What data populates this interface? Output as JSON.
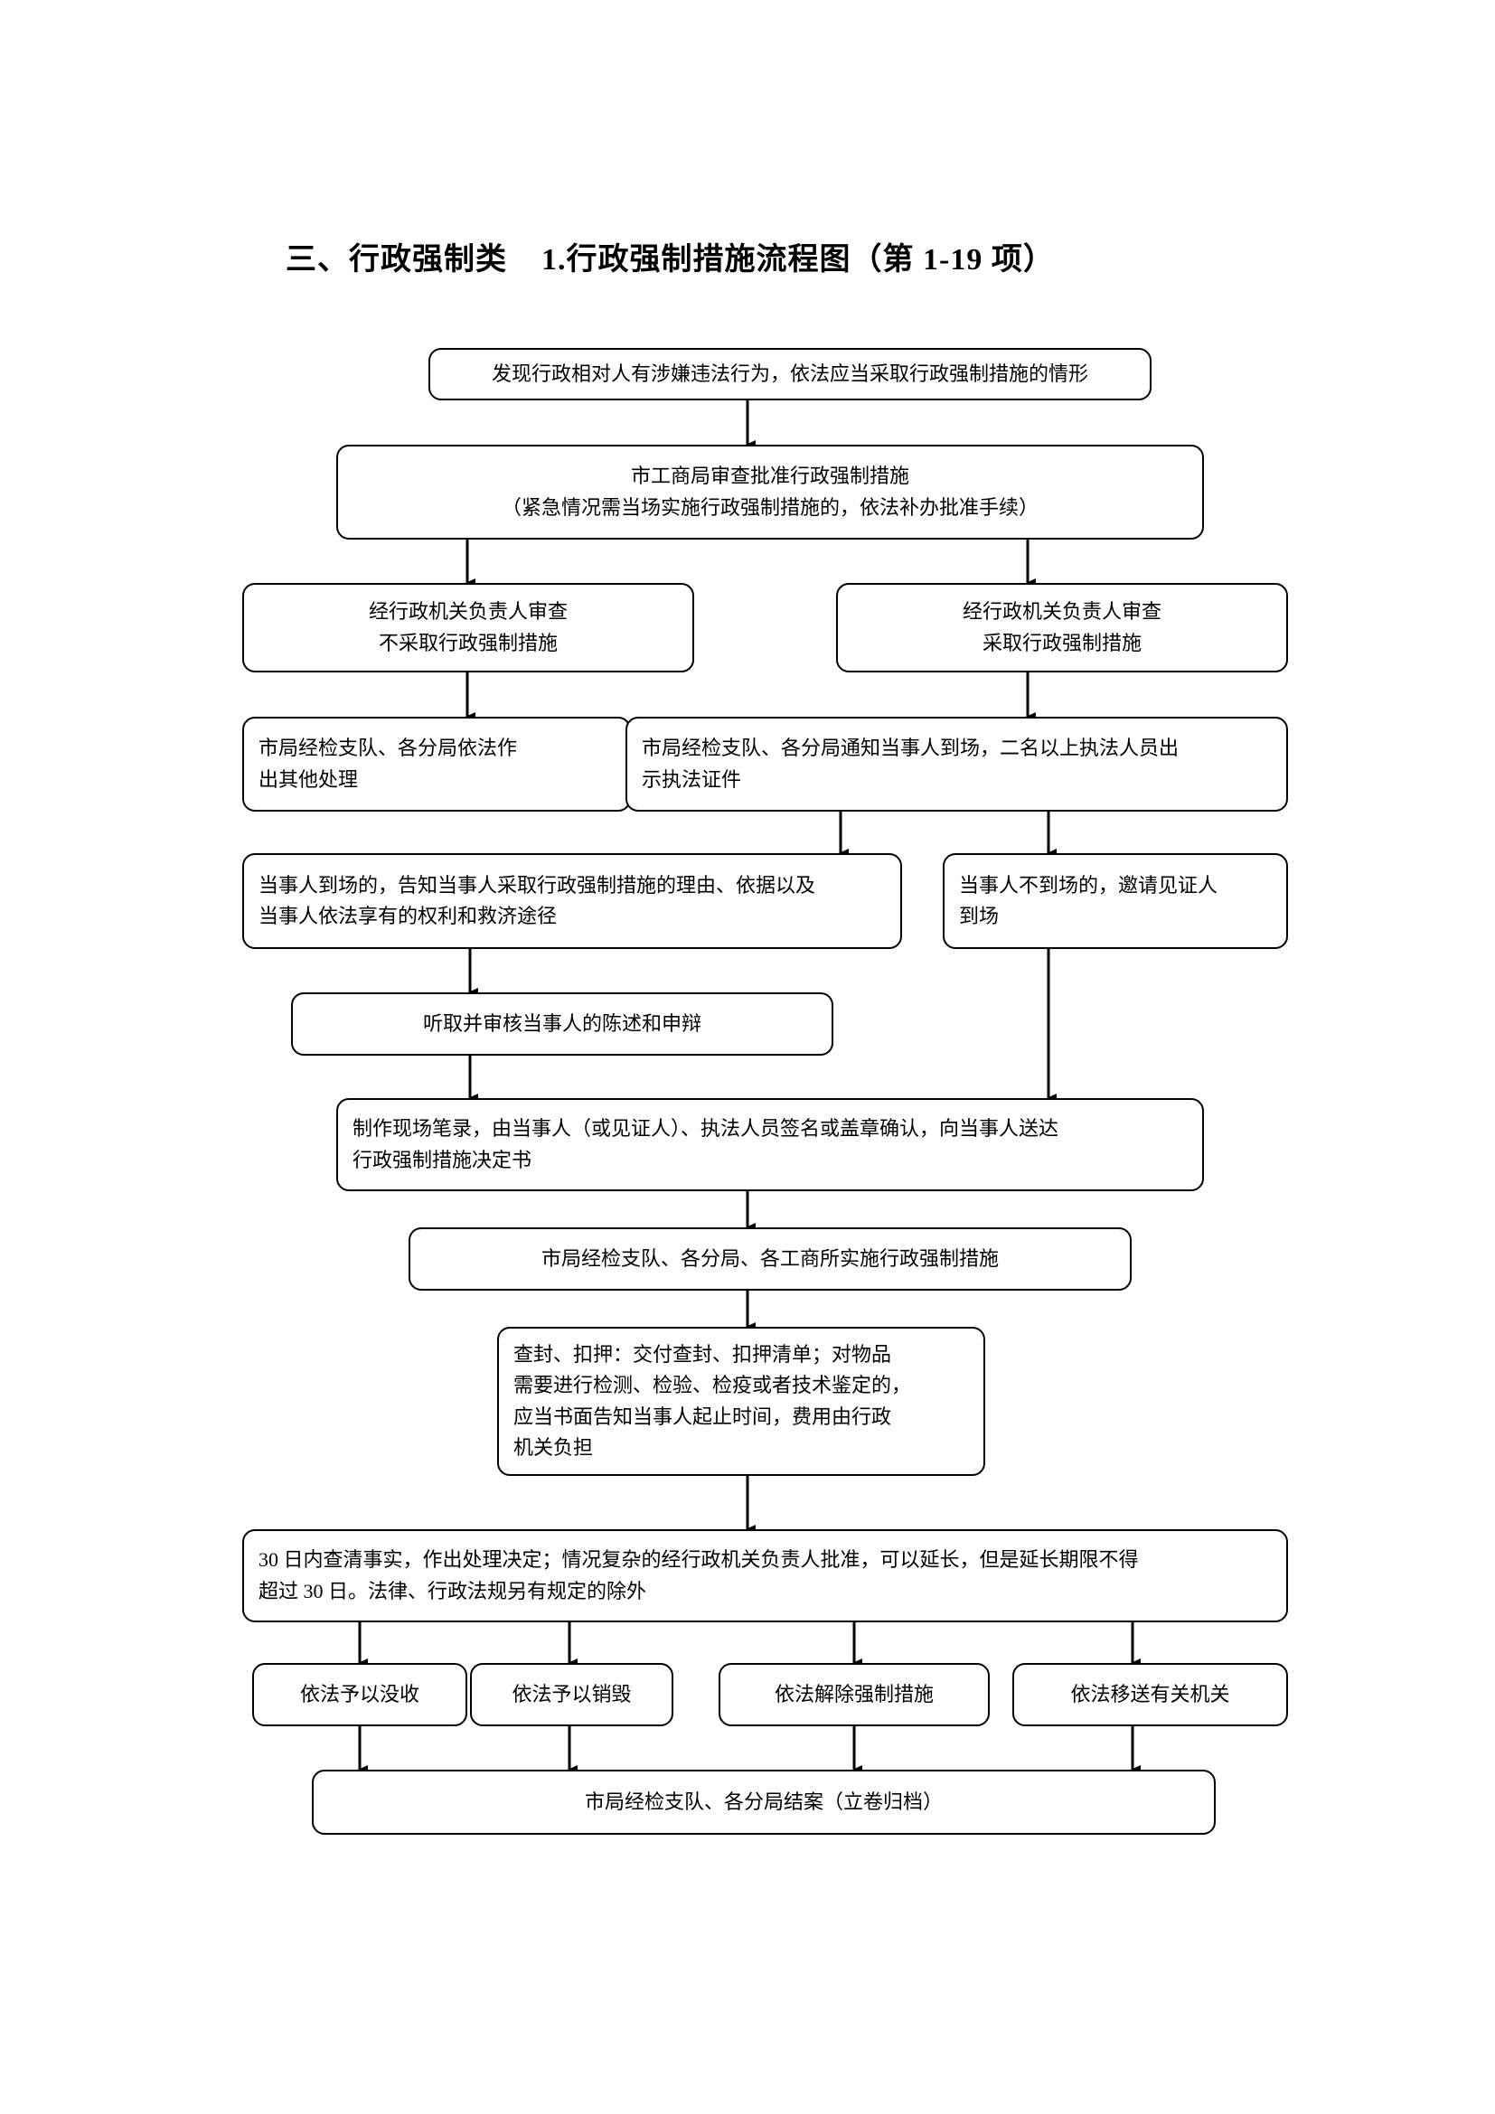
{
  "document": {
    "title": "三、行政强制类    1.行政强制措施流程图（第 1-19 项）"
  },
  "flowchart": {
    "type": "flowchart",
    "orientation": "top-to-bottom",
    "nodes": [
      {
        "id": "n1",
        "lines": [
          "发现行政相对人有涉嫌违法行为，依法应当采取行政强制措施的情形"
        ]
      },
      {
        "id": "n2",
        "lines": [
          "市工商局审查批准行政强制措施",
          "（紧急情况需当场实施行政强制措施的，依法补办批准手续）"
        ]
      },
      {
        "id": "n3",
        "lines": [
          "经行政机关负责人审查",
          "不采取行政强制措施"
        ]
      },
      {
        "id": "n4",
        "lines": [
          "经行政机关负责人审查",
          "采取行政强制措施"
        ]
      },
      {
        "id": "n5",
        "lines": [
          "市局经检支队、各分局依法作",
          "出其他处理"
        ]
      },
      {
        "id": "n6",
        "lines": [
          "市局经检支队、各分局通知当事人到场，二名以上执法人员出",
          "示执法证件"
        ]
      },
      {
        "id": "n7",
        "lines": [
          "当事人到场的，告知当事人采取行政强制措施的理由、依据以及",
          "当事人依法享有的权利和救济途径"
        ]
      },
      {
        "id": "n8",
        "lines": [
          "当事人不到场的，邀请见证人",
          "到场"
        ]
      },
      {
        "id": "n9",
        "lines": [
          "听取并审核当事人的陈述和申辩"
        ]
      },
      {
        "id": "n10",
        "lines": [
          "制作现场笔录，由当事人（或见证人）、执法人员签名或盖章确认，向当事人送达",
          "行政强制措施决定书"
        ]
      },
      {
        "id": "n11",
        "lines": [
          "市局经检支队、各分局、各工商所实施行政强制措施"
        ]
      },
      {
        "id": "n12",
        "lines": [
          "查封、扣押：交付查封、扣押清单；对物品",
          "需要进行检测、检验、检疫或者技术鉴定的，",
          "应当书面告知当事人起止时间，费用由行政",
          "机关负担"
        ]
      },
      {
        "id": "n13",
        "lines": [
          "30 日内查清事实，作出处理决定；情况复杂的经行政机关负责人批准，可以延长，但是延长期限不得",
          "超过 30 日。法律、行政法规另有规定的除外"
        ]
      },
      {
        "id": "n14",
        "lines": [
          "依法予以没收"
        ]
      },
      {
        "id": "n15",
        "lines": [
          "依法予以销毁"
        ]
      },
      {
        "id": "n16",
        "lines": [
          "依法解除强制措施"
        ]
      },
      {
        "id": "n17",
        "lines": [
          "依法移送有关机关"
        ]
      },
      {
        "id": "n18",
        "lines": [
          "市局经检支队、各分局结案（立卷归档）"
        ]
      }
    ],
    "edges": [
      {
        "from": "n1",
        "to": "n2"
      },
      {
        "from": "n2",
        "to": "n3"
      },
      {
        "from": "n2",
        "to": "n4"
      },
      {
        "from": "n3",
        "to": "n5"
      },
      {
        "from": "n4",
        "to": "n6"
      },
      {
        "from": "n6",
        "to": "n7"
      },
      {
        "from": "n6",
        "to": "n8"
      },
      {
        "from": "n7",
        "to": "n9"
      },
      {
        "from": "n9",
        "to": "n10"
      },
      {
        "from": "n8",
        "to": "n10"
      },
      {
        "from": "n10",
        "to": "n11"
      },
      {
        "from": "n11",
        "to": "n12"
      },
      {
        "from": "n12",
        "to": "n13"
      },
      {
        "from": "n13",
        "to": "n14"
      },
      {
        "from": "n13",
        "to": "n15"
      },
      {
        "from": "n13",
        "to": "n16"
      },
      {
        "from": "n13",
        "to": "n17"
      },
      {
        "from": "n14",
        "to": "n18"
      },
      {
        "from": "n15",
        "to": "n18"
      },
      {
        "from": "n16",
        "to": "n18"
      },
      {
        "from": "n17",
        "to": "n18"
      }
    ],
    "style": {
      "node_border_color": "#000000",
      "node_fill_color": "#ffffff",
      "connector_color": "#000000",
      "text_color": "#000000"
    }
  }
}
